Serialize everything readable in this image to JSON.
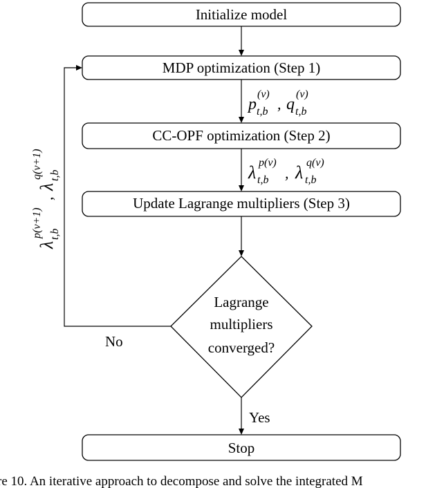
{
  "nodes": {
    "init": "Initialize model",
    "mdp": "MDP optimization (Step 1)",
    "ccopf": "CC-OPF optimization (Step 2)",
    "update": "Update Lagrange multipliers (Step 3)",
    "decision": [
      "Lagrange",
      "multipliers",
      "converged?"
    ],
    "stop": "Stop"
  },
  "edges": {
    "no": "No",
    "yes": "Yes"
  },
  "math": {
    "sym_p": "p",
    "sym_q": "q",
    "sym_lambda": "λ",
    "sub_tb": "t,b",
    "sup_nu": "(ν)",
    "sup_p_nu": "p(ν)",
    "sup_q_nu": "q(ν)",
    "sup_p_nu1": "p(ν+1)",
    "sup_q_nu1": "q(ν+1)",
    "sep": ","
  },
  "caption": "re 10. An iterative approach to decompose and solve the integrated M"
}
